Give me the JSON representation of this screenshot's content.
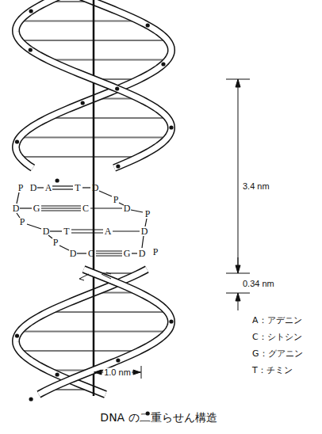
{
  "diagram": {
    "caption": "DNA の二重らせん構造",
    "labels": [
      "P",
      "D",
      "A",
      "T",
      "D",
      "P",
      "D",
      "G",
      "C",
      "D",
      "P",
      "P",
      "D",
      "T",
      "A",
      "D",
      "P",
      "D",
      "C",
      "G",
      "D",
      "P",
      "3.4 nm",
      "0.34 nm",
      "1.0 nm",
      "A：アデニン",
      "C：シトシン",
      "G：グアニン",
      "T：チミン"
    ]
  }
}
